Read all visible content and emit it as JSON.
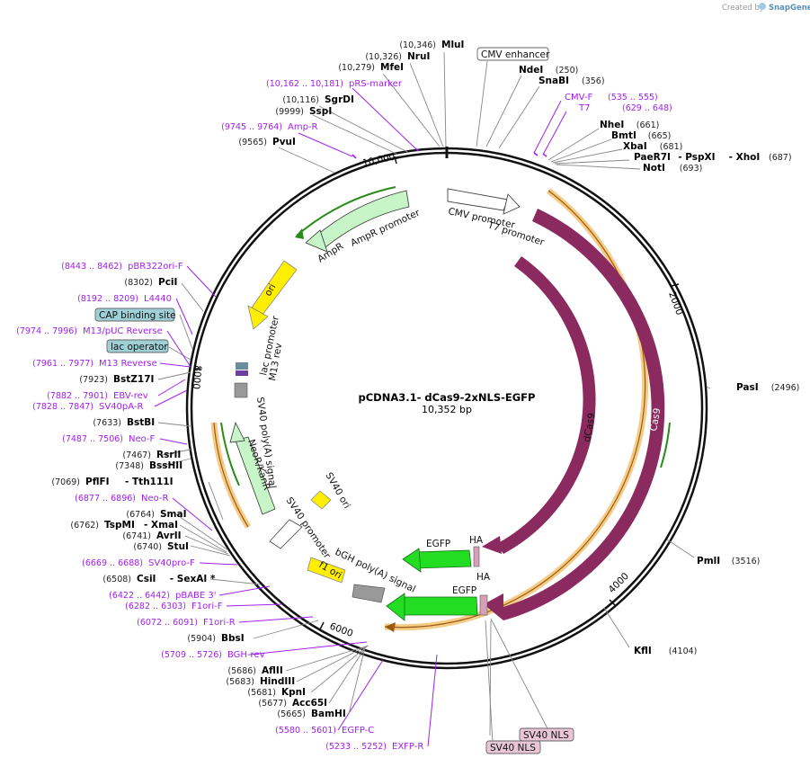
{
  "credit": "Created by",
  "brand": "SnapGene",
  "title": "pCDNA3.1- dCas9-2xNLS-EGFP",
  "size": "10,352 bp",
  "ticks": [
    "10,000",
    "2000",
    "4000",
    "6000",
    "8000"
  ],
  "boxed": {
    "cmv_enhancer": "CMV enhancer",
    "cap_site": "CAP binding site",
    "lac_operator": "lac operator",
    "sv40nls_1": "SV40 NLS",
    "sv40nls_2": "SV40 NLS"
  },
  "features": {
    "cmv_promoter": "CMV promoter",
    "t7_promoter": "T7 promoter",
    "dcas9": "dCas9",
    "cas9": "Cas9",
    "ampr": "AmpR",
    "ampr_promoter": "AmpR promoter",
    "ori": "ori",
    "lac_promoter": "lac promoter",
    "m13_rev": "M13 rev",
    "sv40_polya": "SV40 poly(A) signal",
    "neor": "NeoR/KanR",
    "sv40_ori": "SV40 ori",
    "sv40_promoter": "SV40 promoter",
    "f1_ori": "f1 ori",
    "bgh_polya": "bGH poly(A) signal",
    "egfp1": "EGFP",
    "egfp2": "EGFP",
    "ha1": "HA",
    "ha2": "HA"
  },
  "right_labels": [
    {
      "pos": "(10,346)",
      "name": "MluI"
    },
    {
      "pos": "(10,326)",
      "name": "NruI"
    },
    {
      "pos": "(10,279)",
      "name": "MfeI"
    },
    {
      "pos": "(10,162 .. 10,181)",
      "name": "pRS-marker",
      "primer": true
    },
    {
      "pos": "(10,116)",
      "name": "SgrDI"
    },
    {
      "pos": "(9999)",
      "name": "SspI"
    },
    {
      "pos": "(9745 .. 9764)",
      "name": "Amp-R",
      "primer": true
    },
    {
      "pos": "(9565)",
      "name": "PvuI"
    }
  ],
  "top_right": [
    {
      "name": "NdeI",
      "pos": "(250)"
    },
    {
      "name": "SnaBI",
      "pos": "(356)"
    },
    {
      "name": "CMV-F",
      "pos": "(535 .. 555)",
      "primer": true
    },
    {
      "name": "T7",
      "pos": "(629 .. 648)",
      "primer": true
    },
    {
      "name": "NheI",
      "pos": "(661)"
    },
    {
      "name": "BmtI",
      "pos": "(665)"
    },
    {
      "name": "XbaI",
      "pos": "(681)"
    },
    {
      "name": "PaeR7I",
      "name2": "- PspXI",
      "name3": "- XhoI",
      "pos": "(687)"
    },
    {
      "name": "NotI",
      "pos": "(693)"
    }
  ],
  "side_right": [
    {
      "name": "PasI",
      "pos": "(2496)"
    },
    {
      "name": "PmlI",
      "pos": "(3516)"
    },
    {
      "name": "KflI",
      "pos": "(4104)"
    }
  ],
  "left_labels": [
    {
      "pos": "(8443 .. 8462)",
      "name": "pBR322ori-F",
      "primer": true
    },
    {
      "pos": "(8302)",
      "name": "PciI"
    },
    {
      "pos": "(8192 .. 8209)",
      "name": "L4440",
      "primer": true
    },
    {
      "pos": "(7974 .. 7996)",
      "name": "M13/pUC Reverse",
      "primer": true
    },
    {
      "pos": "(7961 .. 7977)",
      "name": "M13 Reverse",
      "primer": true
    },
    {
      "pos": "(7923)",
      "name": "BstZ17I"
    },
    {
      "pos": "(7882 .. 7901)",
      "name": "EBV-rev",
      "primer": true
    },
    {
      "pos": "(7828 .. 7847)",
      "name": "SV40pA-R",
      "primer": true
    },
    {
      "pos": "(7633)",
      "name": "BstBI"
    },
    {
      "pos": "(7487 .. 7506)",
      "name": "Neo-F",
      "primer": true
    },
    {
      "pos": "(7467)",
      "name": "RsrII"
    },
    {
      "pos": "(7348)",
      "name": "BssHII"
    },
    {
      "pos": "(7069)",
      "name": "PflFI",
      "name2": "- Tth111I"
    },
    {
      "pos": "(6877 .. 6896)",
      "name": "Neo-R",
      "primer": true
    },
    {
      "pos": "(6764)",
      "name": "SmaI"
    },
    {
      "pos": "(6762)",
      "name": "TspMI",
      "name2": "- XmaI"
    },
    {
      "pos": "(6741)",
      "name": "AvrII"
    },
    {
      "pos": "(6740)",
      "name": "StuI"
    },
    {
      "pos": "(6669 .. 6688)",
      "name": "SV40pro-F",
      "primer": true
    },
    {
      "pos": "(6508)",
      "name": "CsiI",
      "name2": "- SexAI *"
    },
    {
      "pos": "(6422 .. 6442)",
      "name": "pBABE 3'",
      "primer": true
    },
    {
      "pos": "(6282 .. 6303)",
      "name": "F1ori-F",
      "primer": true
    },
    {
      "pos": "(6072 .. 6091)",
      "name": "F1ori-R",
      "primer": true
    },
    {
      "pos": "(5904)",
      "name": "BbsI"
    },
    {
      "pos": "(5709 .. 5726)",
      "name": "BGH-rev",
      "primer": true
    },
    {
      "pos": "(5686)",
      "name": "AflII"
    },
    {
      "pos": "(5683)",
      "name": "HindIII"
    },
    {
      "pos": "(5681)",
      "name": "KpnI"
    },
    {
      "pos": "(5677)",
      "name": "Acc65I"
    },
    {
      "pos": "(5665)",
      "name": "BamHI"
    },
    {
      "pos": "(5580 .. 5601)",
      "name": "EGFP-C",
      "primer": true
    },
    {
      "pos": "(5233 .. 5252)",
      "name": "EXFP-R",
      "primer": true
    }
  ],
  "colors": {
    "cas9": "#8b2a5e",
    "egfp": "#22dd22",
    "yellow": "#ffee00",
    "orange": "#f0b860",
    "green_arrow": "#2a8a1a",
    "neo": "#c8f5c8",
    "primer": "#a020f0",
    "boxed_blue": "#9fd0d6",
    "boxed_pink": "#e8c6d4"
  }
}
